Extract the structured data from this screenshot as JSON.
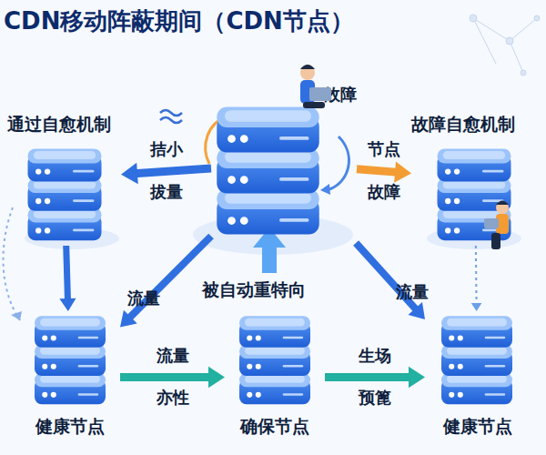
{
  "diagram": {
    "title": "CDN移动阵蔽期间（CDN节点）",
    "nodes": [
      {
        "text": [
          "故障"
        ]
      },
      {
        "text": [
          "通过自愈机制"
        ]
      },
      {
        "text": [
          "故障自愈机制"
        ]
      },
      {
        "text": [
          "健康节点"
        ]
      },
      {
        "text": [
          "确保节点"
        ]
      },
      {
        "text": [
          "健康节点"
        ]
      }
    ],
    "edges": [
      {
        "from": 0,
        "to": 1,
        "label": "拮小 拔量",
        "arrow": "to"
      },
      {
        "from": 0,
        "to": 2,
        "label": "节点 故障",
        "arrow": "to"
      },
      {
        "from": 0,
        "to": 3,
        "label": "流量",
        "arrow": "to"
      },
      {
        "from": 0,
        "to": 5,
        "label": "流量",
        "arrow": "to"
      },
      {
        "from": 1,
        "to": 3,
        "arrow": "to"
      },
      {
        "from": 3,
        "to": 4,
        "label": "流量 亦性",
        "arrow": "to"
      },
      {
        "from": 4,
        "to": 5,
        "label": "生场 预篦",
        "arrow": "to"
      },
      {
        "from": 2,
        "to": 5,
        "arrow": "to"
      }
    ],
    "labels": [
      "被自动重特向"
    ]
  }
}
